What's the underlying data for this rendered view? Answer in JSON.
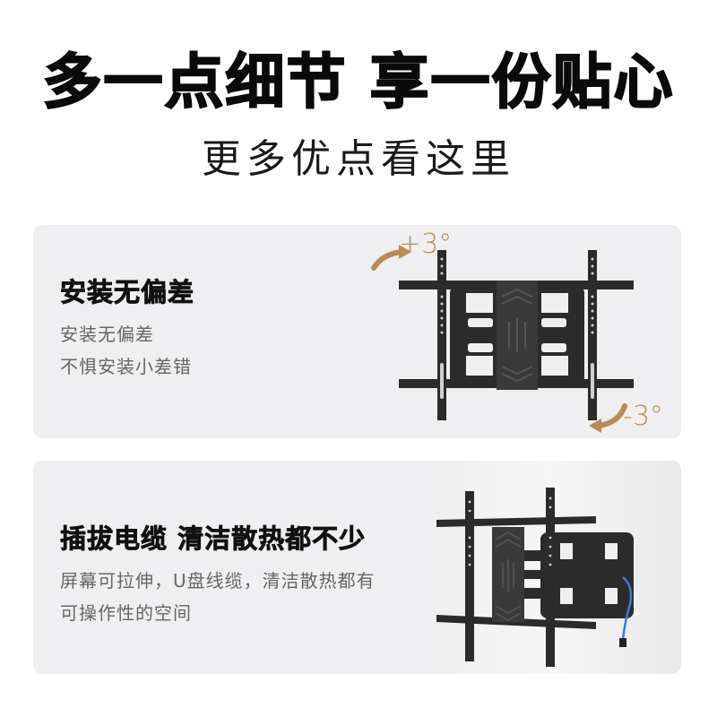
{
  "header": {
    "headline": "多一点细节 享一份贴心",
    "subhead": "更多优点看这里"
  },
  "cards": [
    {
      "title": "安装无偏差",
      "desc_lines": [
        "安装无偏差",
        "不惧安装小差错"
      ],
      "image": "tv-wall-mount-front-view",
      "tilt_up_label": "+3°",
      "tilt_down_label": "-3°",
      "accent_color": "#b98b55"
    },
    {
      "title": "插拔电缆 清洁散热都不少",
      "desc_lines": [
        "屏幕可拉伸，U盘线缆，清洁散热都有",
        "可操作性的空间"
      ],
      "image": "tv-wall-mount-extended-side-view"
    }
  ],
  "colors": {
    "card_bg": "#efeff1",
    "title": "#111111",
    "desc": "#666666",
    "mount": "#2b2b2b",
    "cable": "#3b7bd0"
  }
}
